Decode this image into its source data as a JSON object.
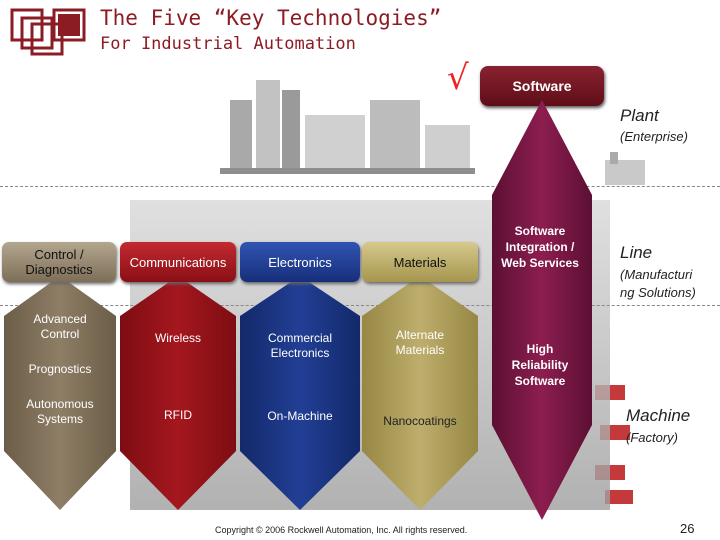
{
  "header": {
    "title": "The Five “Key Technologies”",
    "subtitle": "For Industrial Automation",
    "checkmark": "√"
  },
  "software_tab": {
    "label": "Software"
  },
  "levels": [
    {
      "title": "Plant",
      "subtitle": "(Enterprise)"
    },
    {
      "title": "Line",
      "subtitle_line1": "(Manufacturi",
      "subtitle_line2": "ng Solutions)"
    },
    {
      "title": "Machine",
      "subtitle": "(Factory)"
    }
  ],
  "big_arrow": {
    "text1_line1": "Software",
    "text1_line2": "Integration /",
    "text1_line3": "Web Services",
    "text2_line1": "High",
    "text2_line2": "Reliability",
    "text2_line3": "Software"
  },
  "columns": [
    {
      "header_line1": "Control /",
      "header_line2": "Diagnostics",
      "items": [
        {
          "line1": "Advanced",
          "line2": "Control"
        },
        {
          "line1": "Prognostics"
        },
        {
          "line1": "Autonomous",
          "line2": "Systems"
        }
      ]
    },
    {
      "header_line1": "Communications",
      "items": [
        {
          "line1": "Wireless"
        },
        {
          "line1": "RFID"
        }
      ]
    },
    {
      "header_line1": "Electronics",
      "items": [
        {
          "line1": "Commercial",
          "line2": "Electronics"
        },
        {
          "line1": "On-Machine"
        }
      ]
    },
    {
      "header_line1": "Materials",
      "items": [
        {
          "line1": "Alternate",
          "line2": "Materials"
        },
        {
          "line1": "Nanocoatings"
        }
      ]
    }
  ],
  "colors": {
    "brand": "#8c1c24",
    "control": "#8a7a63",
    "communications": "#a3151c",
    "electronics": "#1d3a8f",
    "materials": "#b6a665",
    "software": "#7a1640"
  },
  "footer": {
    "copyright": "Copyright © 2006 Rockwell Automation, Inc. All rights reserved.",
    "page_number": "26"
  }
}
